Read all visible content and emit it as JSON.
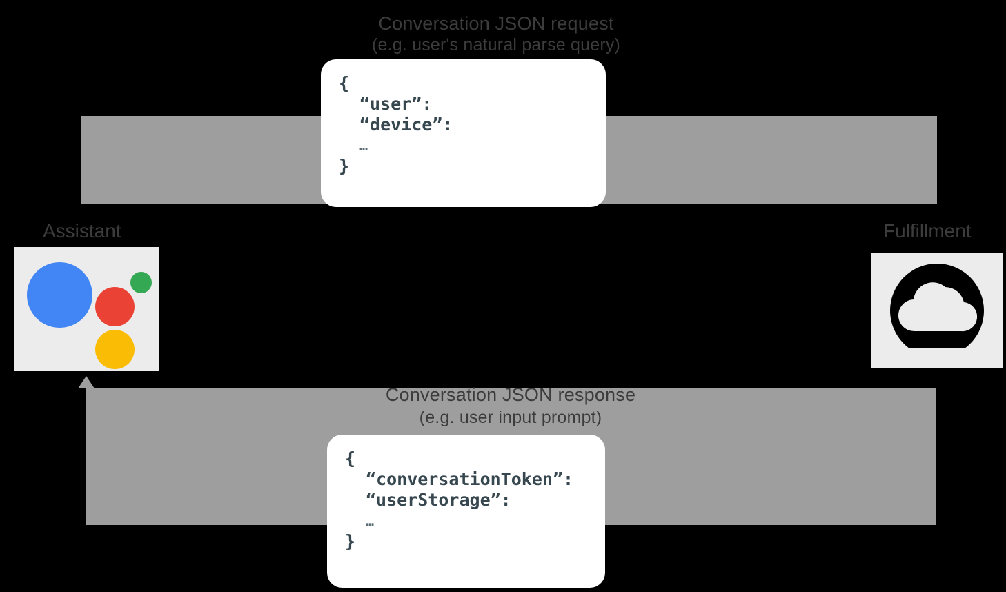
{
  "diagram": {
    "title": "Conversation request / response flow",
    "background_color": "#000000",
    "arrow_color": "#9e9e9e",
    "text_color": "#3c3c3c",
    "card_background": "#ffffff"
  },
  "request_flow": {
    "label_line1": "Conversation JSON request",
    "label_line2": "(e.g. user's natural parse query)",
    "json_card": {
      "name": "request-json",
      "lines": [
        "{",
        "“user”:",
        "“device”:",
        "…",
        "}"
      ]
    }
  },
  "response_flow": {
    "label_line1": "Conversation JSON response",
    "label_line2": "(e.g. user input prompt)",
    "json_card": {
      "name": "response-json",
      "lines": [
        "{",
        "“conversationToken”:",
        "“userStorage”:",
        "…",
        "}"
      ]
    }
  },
  "endpoints": {
    "left": {
      "label": "Assistant",
      "icon": "google-assistant-icon",
      "tile_color": "#ececec",
      "dot_colors": {
        "blue": "#4285f4",
        "red": "#ea4335",
        "yellow": "#fbbc05",
        "green": "#34a853"
      }
    },
    "right": {
      "label": "Fulfillment",
      "icon": "cloud-functions-icon",
      "tile_color": "#ececec",
      "badge_color": "#000000",
      "cloud_color": "#ececec"
    }
  }
}
